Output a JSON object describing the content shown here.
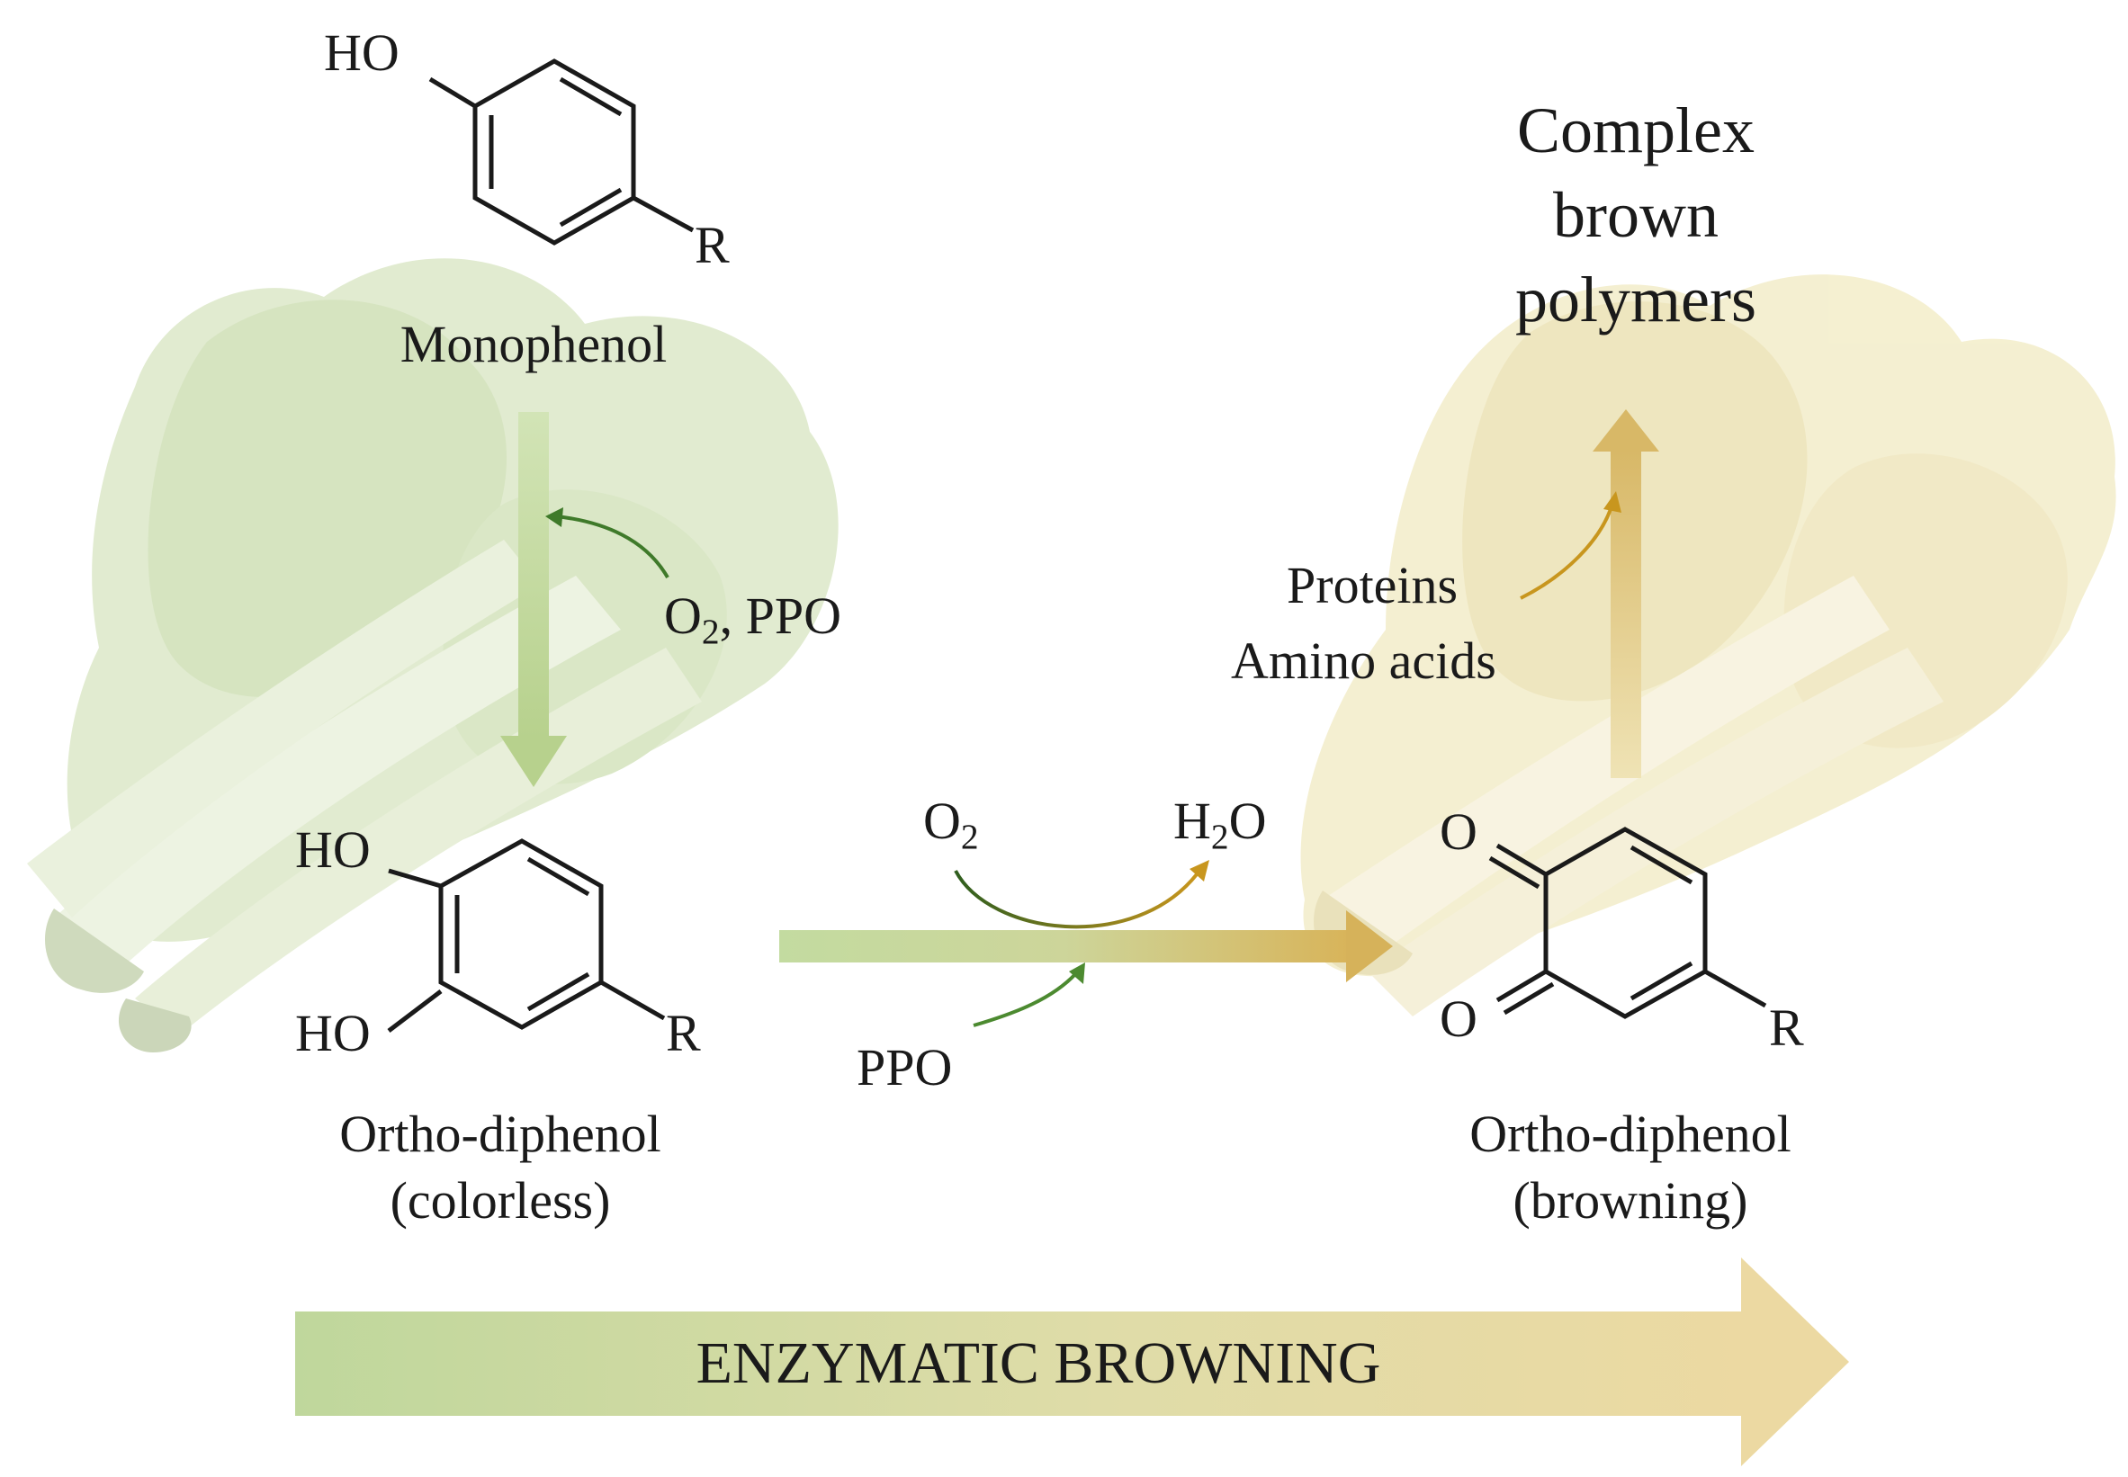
{
  "diagram": {
    "monophenol": {
      "oh_label": "HO",
      "r_label": "R",
      "name": "Monophenol"
    },
    "step1": {
      "reagent_main": "O",
      "reagent_sub": "2",
      "reagent_rest": ", PPO"
    },
    "diphenol": {
      "oh_top": "HO",
      "oh_bottom": "HO",
      "r_label": "R",
      "name": "Ortho-diphenol",
      "note": "(colorless)"
    },
    "step2": {
      "o2_main": "O",
      "o2_sub": "2",
      "h2o_pre": "H",
      "h2o_sub": "2",
      "h2o_post": "O",
      "enzyme": "PPO"
    },
    "quinone": {
      "o_top": "O",
      "o_bottom": "O",
      "r_label": "R",
      "name": "Ortho-diphenol",
      "note": "(browning)"
    },
    "step3": {
      "reactant_line1": "Proteins",
      "reactant_line2": "Amino acids"
    },
    "product": {
      "line1": "Complex",
      "line2": "brown",
      "line3": "polymers"
    },
    "banner": {
      "label": "ENZYMATIC BROWNING"
    }
  },
  "colors": {
    "leaf_green": "#c8d9ae",
    "leaf_yellow": "#ece2ad",
    "arrow_green": "#b9d28e",
    "arrow_gold": "#d6b25a",
    "curve_green": "#3f7a2a",
    "curve_gold": "#c8961e",
    "banner_start": "#bfd79c",
    "banner_end": "#ecd9a2"
  },
  "icons": [
    "bok-choy-illustration-green",
    "bok-choy-illustration-yellow"
  ]
}
